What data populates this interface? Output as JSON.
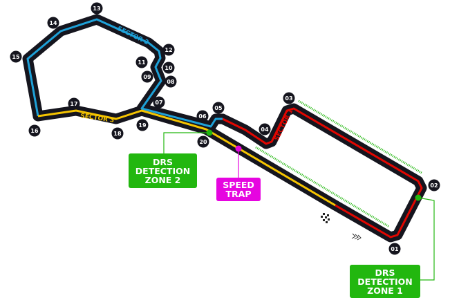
{
  "corners": [
    "01",
    "02",
    "03",
    "04",
    "05",
    "06",
    "07",
    "08",
    "09",
    "10",
    "11",
    "12",
    "13",
    "14",
    "15",
    "16",
    "17",
    "18",
    "19",
    "20"
  ],
  "sectors": {
    "s1": "SECTOR 1",
    "s2": "SECTOR 2",
    "s3": "SECTOR 3"
  },
  "drs_zone_1": {
    "line1": "DRS",
    "line2": "DETECTION",
    "line3": "ZONE 1"
  },
  "drs_zone_2": {
    "line1": "DRS",
    "line2": "DETECTION",
    "line3": "ZONE 2"
  },
  "speed_trap": {
    "line1": "SPEED",
    "line2": "TRAP"
  },
  "colors": {
    "track": "#15151e",
    "sector1": "#e10600",
    "sector2": "#1ea1d8",
    "sector3": "#f5c400",
    "drs": "#22b70f",
    "speed_trap": "#e605e0"
  }
}
